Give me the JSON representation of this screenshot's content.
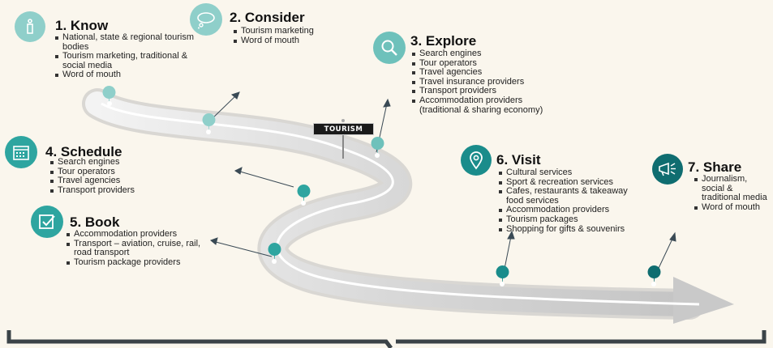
{
  "sign": {
    "label": "TOURISM"
  },
  "colors": {
    "light_teal": "#8fcfca",
    "mid_teal": "#2ea5a0",
    "dark_teal": "#0f6d70",
    "background": "#faf6ed"
  },
  "steps": [
    {
      "title": "1. Know",
      "icon": "info-icon",
      "items": [
        "National, state & regional tourism bodies",
        "Tourism marketing, traditional & social media",
        "Word of mouth"
      ]
    },
    {
      "title": "2. Consider",
      "icon": "thought-cloud-icon",
      "items": [
        "Tourism marketing",
        "Word of mouth"
      ]
    },
    {
      "title": "3. Explore",
      "icon": "magnifier-icon",
      "items": [
        "Search engines",
        "Tour operators",
        "Travel agencies",
        "Travel insurance providers",
        "Transport providers",
        "Accommodation providers (traditional & sharing economy)"
      ]
    },
    {
      "title": "4. Schedule",
      "icon": "calendar-icon",
      "items": [
        "Search engines",
        "Tour operators",
        "Travel agencies",
        "Transport providers"
      ]
    },
    {
      "title": "5. Book",
      "icon": "checkbox-icon",
      "items": [
        "Accommodation providers",
        "Transport – aviation, cruise, rail, road transport",
        "Tourism package providers"
      ]
    },
    {
      "title": "6. Visit",
      "icon": "location-pin-icon",
      "items": [
        "Cultural services",
        "Sport & recreation services",
        "Cafes, restaurants & takeaway food services",
        "Accommodation providers",
        "Tourism packages",
        "Shopping for gifts & souvenirs"
      ]
    },
    {
      "title": "7. Share",
      "icon": "megaphone-icon",
      "items": [
        "Journalism, social & traditional media",
        "Word of mouth"
      ]
    }
  ]
}
